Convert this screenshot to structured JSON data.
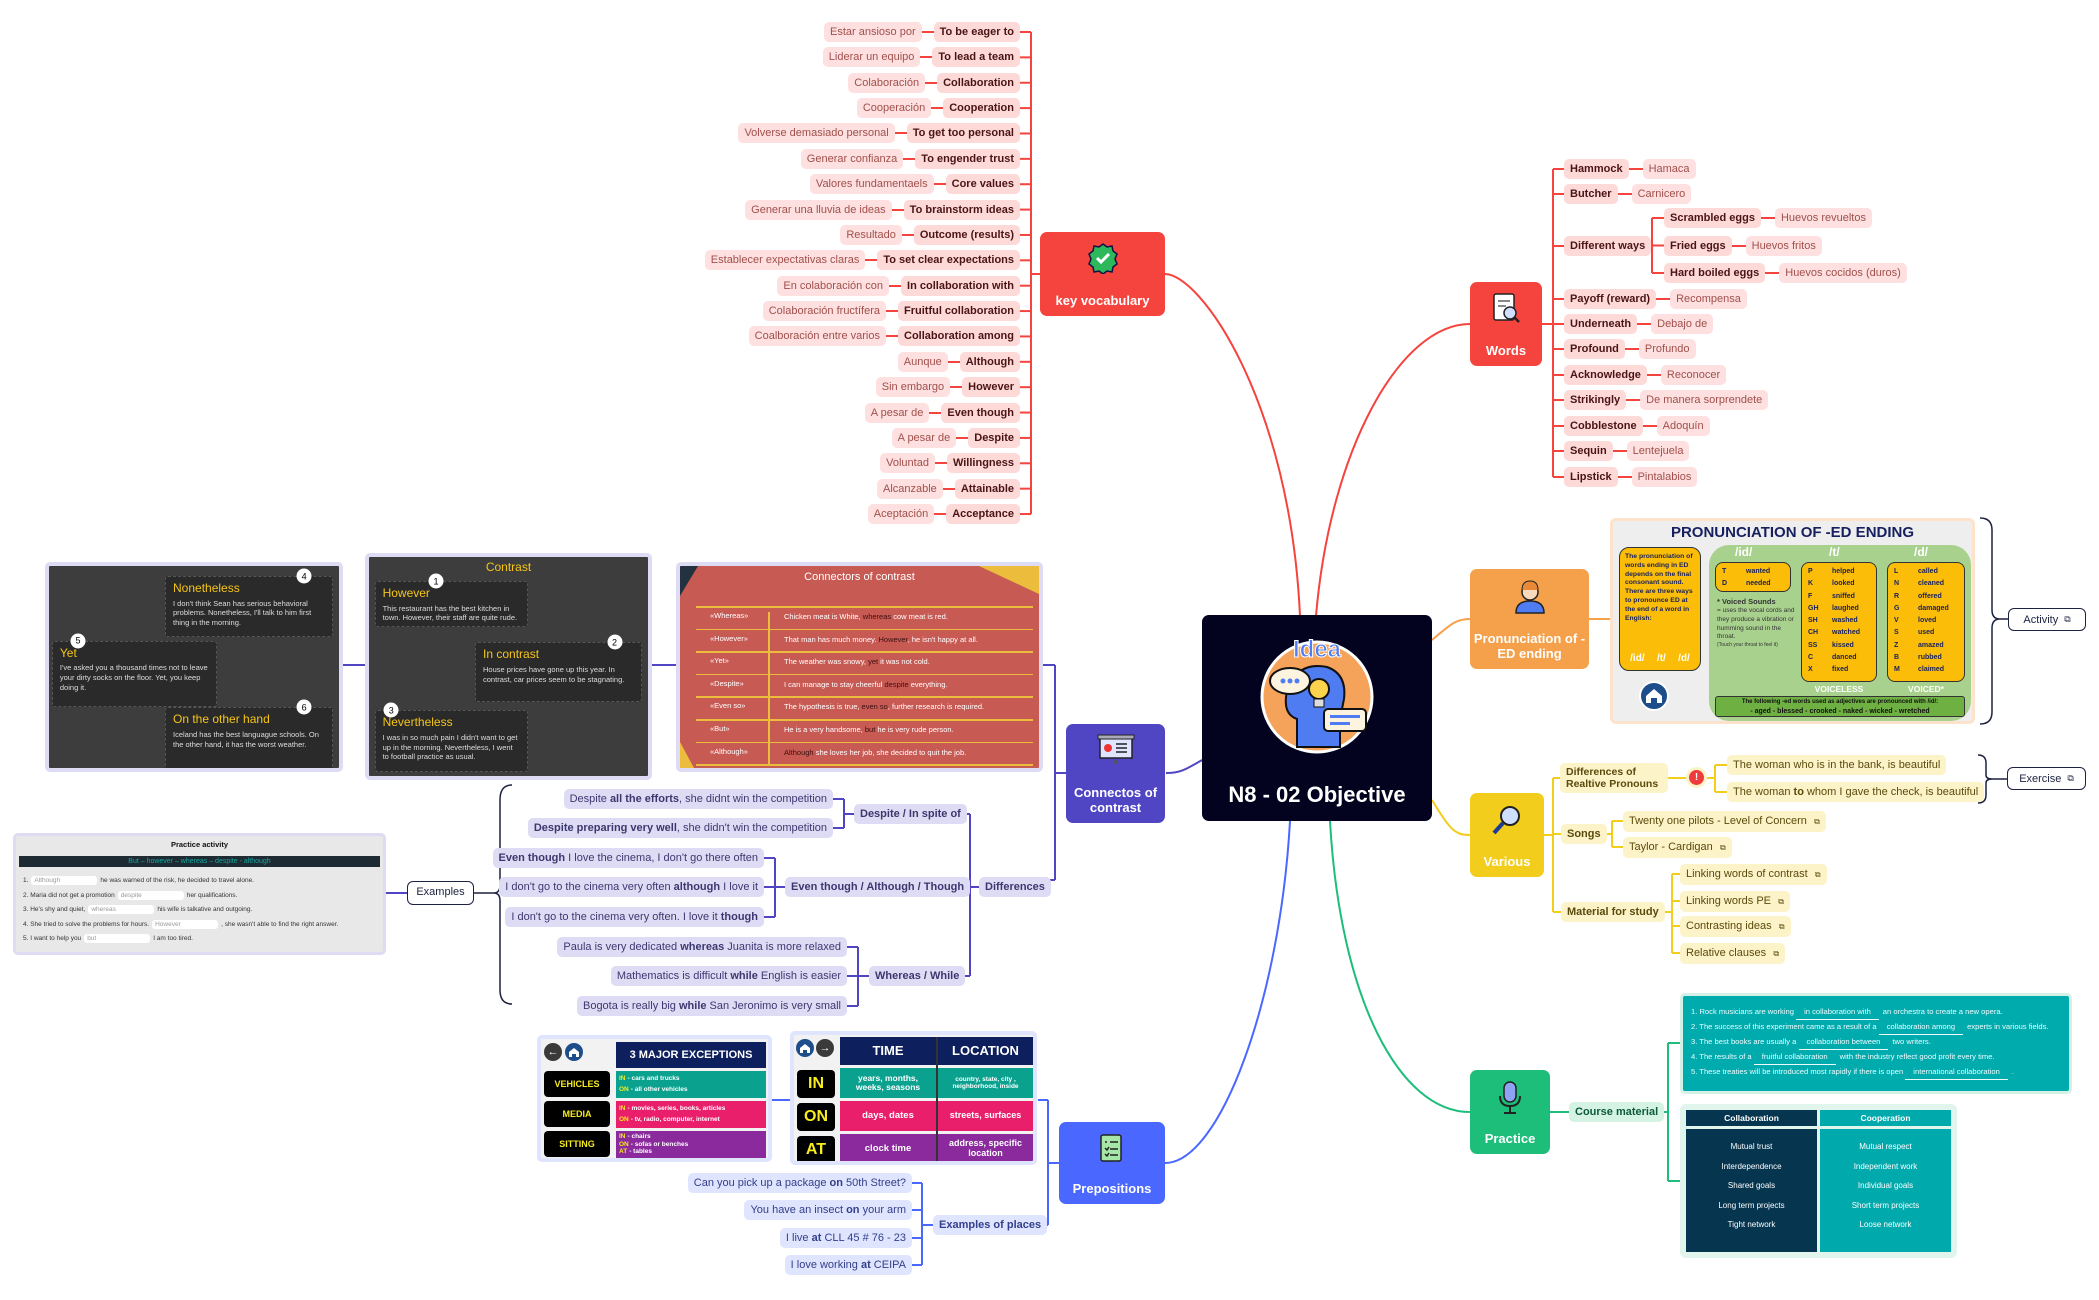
{
  "central": {
    "title": "N8 - 02 Objective",
    "logo_text": "Idea"
  },
  "key_vocabulary": {
    "label": "key vocabulary",
    "icon": "verified-badge-icon",
    "items": [
      {
        "en": "To be eager to",
        "es": "Estar ansioso por"
      },
      {
        "en": "To lead a team",
        "es": "Liderar un equipo"
      },
      {
        "en": "Collaboration",
        "es": "Colaboración"
      },
      {
        "en": "Cooperation",
        "es": "Cooperación"
      },
      {
        "en": "To get too personal",
        "es": "Volverse demasiado personal"
      },
      {
        "en": "To engender trust",
        "es": "Generar confianza"
      },
      {
        "en": "Core values",
        "es": "Valores fundamentaels"
      },
      {
        "en": "To brainstorm ideas",
        "es": "Generar una lluvia de ideas"
      },
      {
        "en": "Outcome (results)",
        "es": "Resultado"
      },
      {
        "en": "To set clear expectations",
        "es": "Establecer expectativas claras"
      },
      {
        "en": "In collaboration with",
        "es": "En colaboración con"
      },
      {
        "en": "Fruitful collaboration",
        "es": "Colaboración fructífera"
      },
      {
        "en": "Collaboration among",
        "es": "Coalboración entre varios"
      },
      {
        "en": "Although",
        "es": "Aunque"
      },
      {
        "en": "However",
        "es": "Sin embargo"
      },
      {
        "en": "Even though",
        "es": "A pesar de"
      },
      {
        "en": "Despite",
        "es": "A pesar de"
      },
      {
        "en": "Willingness",
        "es": "Voluntad"
      },
      {
        "en": "Attainable",
        "es": "Alcanzable"
      },
      {
        "en": "Acceptance",
        "es": "Aceptación"
      }
    ]
  },
  "words": {
    "label": "Words",
    "icon": "document-search-icon",
    "items": [
      {
        "en": "Hammock",
        "es": "Hamaca"
      },
      {
        "en": "Butcher",
        "es": "Carnicero"
      },
      {
        "en": "Different ways",
        "children": [
          {
            "en": "Scrambled eggs",
            "es": "Huevos revueltos"
          },
          {
            "en": "Fried eggs",
            "es": "Huevos fritos"
          },
          {
            "en": "Hard boiled eggs",
            "es": "Huevos cocidos (duros)"
          }
        ]
      },
      {
        "en": "Payoff (reward)",
        "es": "Recompensa"
      },
      {
        "en": "Underneath",
        "es": "Debajo de"
      },
      {
        "en": "Profound",
        "es": "Profundo"
      },
      {
        "en": "Acknowledge",
        "es": "Reconocer"
      },
      {
        "en": "Strikingly",
        "es": "De manera sorprendete"
      },
      {
        "en": "Cobblestone",
        "es": "Adoquín"
      },
      {
        "en": "Sequin",
        "es": "Lentejuela"
      },
      {
        "en": "Lipstick",
        "es": "Pintalabios"
      }
    ]
  },
  "pronunciation": {
    "label": "Pronunciation of -ED ending",
    "icon": "person-headset-icon",
    "activity_label": "Activity",
    "image": {
      "title": "PRONUNCIATION OF -ED ENDING",
      "intro": "The pronunciation of words ending in ED depends on the final consonant sound. There are three ways to pronounce ED at the end of a word in English:",
      "sounds": [
        "/id/",
        "/t/",
        "/d/"
      ],
      "id_rows": [
        [
          "T",
          "wanted"
        ],
        [
          "D",
          "needed"
        ]
      ],
      "t_rows": [
        [
          "P",
          "helped"
        ],
        [
          "K",
          "looked"
        ],
        [
          "F",
          "sniffed"
        ],
        [
          "GH",
          "laughed"
        ],
        [
          "SH",
          "washed"
        ],
        [
          "CH",
          "watched"
        ],
        [
          "SS",
          "kissed"
        ],
        [
          "C",
          "danced"
        ],
        [
          "X",
          "fixed"
        ]
      ],
      "d_rows": [
        [
          "L",
          "called"
        ],
        [
          "N",
          "cleaned"
        ],
        [
          "R",
          "offered"
        ],
        [
          "G",
          "damaged"
        ],
        [
          "V",
          "loved"
        ],
        [
          "S",
          "used"
        ],
        [
          "Z",
          "amazed"
        ],
        [
          "B",
          "rubbed"
        ],
        [
          "M",
          "claimed"
        ]
      ],
      "voiced_title": "* Voiced Sounds",
      "voiced_desc": "= uses the vocal cords and they produce a vibration or humming sound in the throat.",
      "voiced_note": "(Touch your throat to feel it)",
      "voiceless_label": "VOICELESS",
      "voiced_label": "VOICED*",
      "footer_line1": "The following -ed words used as adjectives are pronounced with /id/:",
      "footer_line2": "- aged - blessed - crooked - naked - wicked - wretched"
    }
  },
  "various": {
    "label": "Various",
    "icon": "magnifier-icon",
    "differences": {
      "label": "Differences of Realtive Pronouns",
      "sentences": [
        [
          "The woman who is in the bank, is beautiful",
          "",
          ""
        ],
        [
          "The woman ",
          "to",
          " whom I gave the check, is beautiful"
        ]
      ]
    },
    "exercise_label": "Exercise",
    "songs": {
      "label": "Songs",
      "items": [
        "Twenty one pilots - Level of Concern",
        "Taylor - Cardigan"
      ]
    },
    "material": {
      "label": "Material for study",
      "items": [
        "Linking words of contrast",
        "Linking words PE",
        "Contrasting ideas",
        "Relative clauses"
      ]
    }
  },
  "practice": {
    "label": "Practice",
    "icon": "microphone-icon",
    "course_material_label": "Course material",
    "exercise": [
      [
        "1. Rock musicians are working ",
        "in collaboration with",
        "an orchestra to create a new opera."
      ],
      [
        "2. The success of this experiment came as a result of a ",
        "collaboration among",
        "experts in various fields."
      ],
      [
        "3. The best books are usually a ",
        "collaboration between",
        "two writers."
      ],
      [
        "4. The results of a ",
        "fruitful collaboration",
        "with the industry reflect good profit every time."
      ],
      [
        "5. These treaties will be introduced most rapidly if there is open ",
        "international collaboration",
        "."
      ]
    ],
    "table": {
      "headers": [
        "Collaboration",
        "Cooperation"
      ],
      "collaboration": [
        "Mutual trust",
        "Interdependence",
        "Shared goals",
        "Long term projects",
        "Tight network"
      ],
      "cooperation": [
        "Mutual respect",
        "Independent work",
        "Individual goals",
        "Short term projects",
        "Loose network"
      ]
    }
  },
  "prepositions": {
    "label": "Prepositions",
    "icon": "checklist-icon",
    "exceptions": {
      "title": "3 MAJOR EXCEPTIONS",
      "rows": [
        {
          "label": "VEHICLES",
          "lines": [
            [
              "IN",
              "- cars and trucks"
            ],
            [
              "ON",
              "- all other vehicles"
            ]
          ],
          "color": "#0aa28f"
        },
        {
          "label": "MEDIA",
          "lines": [
            [
              "IN",
              "- movies, series, books, articles"
            ],
            [
              "ON",
              "- tv, radio, computer, internet"
            ]
          ],
          "color": "#ea1f6b"
        },
        {
          "label": "SITTING",
          "lines": [
            [
              "IN",
              "- chairs"
            ],
            [
              "ON",
              "- sofas or benches"
            ],
            [
              "AT",
              "- tables"
            ]
          ],
          "color": "#8a2a9c"
        }
      ]
    },
    "time_location": {
      "headers": [
        "TIME",
        "LOCATION"
      ],
      "rows": [
        {
          "prep": "IN",
          "time": "years, months, weeks, seasons",
          "location": "country, state, city , neighborhood, inside",
          "color": "#0aa28f"
        },
        {
          "prep": "ON",
          "time": "days, dates",
          "location": "streets, surfaces",
          "color": "#ea1f6b"
        },
        {
          "prep": "AT",
          "time": "clock time",
          "location": "address, specific location",
          "color": "#8a2a9c"
        }
      ]
    },
    "examples": {
      "label": "Examples of places",
      "items": [
        [
          "Can you pick up a package ",
          "on",
          " 50th Street?"
        ],
        [
          "You have an insect ",
          "on",
          " your arm"
        ],
        [
          "I live ",
          "at",
          " CLL 45 # 76 - 23"
        ],
        [
          "I love working ",
          "at",
          " CEIPA"
        ]
      ]
    }
  },
  "connectors": {
    "label": "Connectos of contrast",
    "icon": "presentation-board-icon",
    "table_image": {
      "title": "Connectors of contrast",
      "rows": [
        [
          "«Whereas»",
          "Chicken meat is White, ",
          "whereas",
          " cow meat is red."
        ],
        [
          "«However»",
          "That man has much money. ",
          "However",
          ", he isn't happy at all."
        ],
        [
          "«Yet»",
          "The weather was snowy, ",
          "yet",
          " it was not cold."
        ],
        [
          "«Despite»",
          "I can manage to stay cheerful ",
          "despite",
          " everything."
        ],
        [
          "«Even so»",
          "The hypothesis is true, ",
          "even so",
          ", further research is required."
        ],
        [
          "«But»",
          "He is a very handsome, ",
          "but",
          " he is very rude person."
        ],
        [
          "«Although»",
          "",
          "Although",
          " she loves her job, she decided to quit the job."
        ]
      ]
    },
    "contrast_image": {
      "title": "Contrast",
      "items": [
        {
          "num": "1",
          "title": "However",
          "text": "This restaurant has the best kitchen in town. However, their staff are quite rude."
        },
        {
          "num": "2",
          "title": "In contrast",
          "text": "House prices have gone up this year. In contrast, car prices seem to be stagnating."
        },
        {
          "num": "3",
          "title": "Nevertheless",
          "text": "I was in so much pain I didn't want to get up in the morning. Nevertheless, I went to football practice as usual."
        }
      ]
    },
    "left_image": {
      "items": [
        {
          "num": "4",
          "title": "Nonetheless",
          "text": "I don't think Sean has serious behavioral problems. Nonetheless, I'll talk to him first thing in the morning."
        },
        {
          "num": "5",
          "title": "Yet",
          "text": "I've asked you a thousand times not to leave your dirty socks on the floor. Yet, you keep doing it."
        },
        {
          "num": "6",
          "title": "On the other hand",
          "text": "Iceland has the best languague schools. On the other hand, it has the worst weather."
        }
      ]
    },
    "differences": {
      "label": "Differences",
      "groups": [
        {
          "label": "Despite / In spite of",
          "examples": [
            [
              "Despite ",
              "all the efforts",
              ", she didnt win the competition"
            ],
            [
              "",
              "Despite preparing very well",
              ", she didn't win the competition"
            ]
          ]
        },
        {
          "label": "Even though / Although / Though",
          "examples": [
            [
              "",
              "Even though",
              " I love the cinema, I don't go there often"
            ],
            [
              "I don't go to the cinema very often ",
              "although",
              " I love it"
            ],
            [
              "I don't go to the cinema very often. I love it ",
              "though",
              ""
            ]
          ]
        },
        {
          "label": "Whereas / While",
          "examples": [
            [
              "Paula is very dedicated ",
              "whereas",
              " Juanita is more relaxed"
            ],
            [
              "Mathematics is difficult ",
              "while",
              " English is easier"
            ],
            [
              "Bogota is really big ",
              "while",
              " San Jeronimo is very small"
            ]
          ]
        }
      ]
    },
    "examples_label": "Examples",
    "practice_activity": {
      "title": "Practice activity",
      "words": "But – however – whereas – despite - although",
      "items": [
        [
          "1.",
          "Although",
          "he was warned of the risk, he decided to travel alone."
        ],
        [
          "2. Maria did not get a promotion",
          "despite",
          "her qualifications."
        ],
        [
          "3. He's shy and quiet,",
          "whereas",
          "his wife is talkative and outgoing."
        ],
        [
          "4. She tried to solve the problems for hours.",
          "However",
          ", she wasn't able to find the right answer."
        ],
        [
          "5. I want to help you",
          "but",
          "I am too tired."
        ]
      ]
    }
  },
  "colors": {
    "vocab": "#f5433d",
    "pronunciation": "#f5a04a",
    "various": "#f2cd1c",
    "practice": "#1dbd7a",
    "prepositions": "#4a68ff",
    "connectors": "#5046c4",
    "central": "#03031f"
  }
}
